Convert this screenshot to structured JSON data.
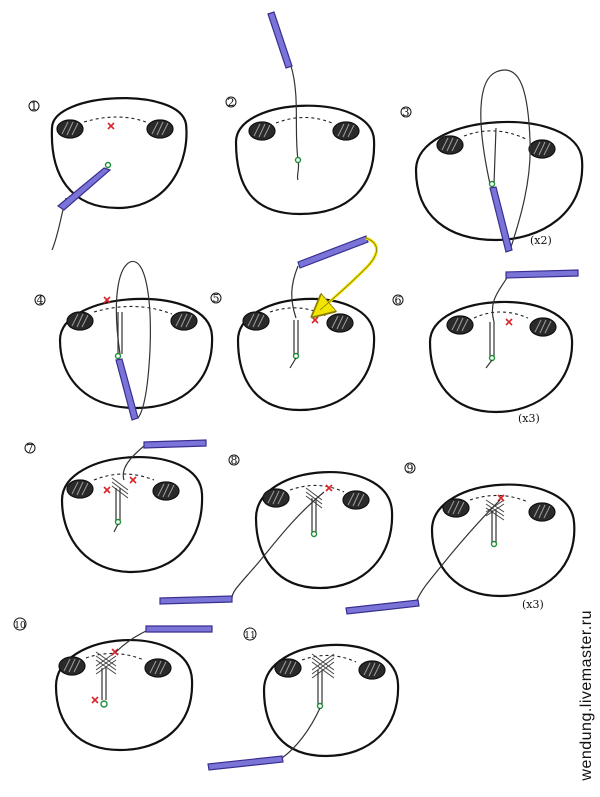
{
  "steps": [
    {
      "number": "1"
    },
    {
      "number": "2"
    },
    {
      "number": "3",
      "repeat": "(x2)"
    },
    {
      "number": "4"
    },
    {
      "number": "5"
    },
    {
      "number": "6",
      "repeat": "(x3)"
    },
    {
      "number": "7"
    },
    {
      "number": "8"
    },
    {
      "number": "9",
      "repeat": "(x3)"
    },
    {
      "number": "10"
    },
    {
      "number": "11"
    }
  ],
  "watermark": "wendung.livemaster.ru",
  "colors": {
    "needle": "#7a74d8",
    "thread": "#333333",
    "stitch_point": "#1f8f3a",
    "target_mark": "#d8242a",
    "arrow": "#f2e600"
  }
}
